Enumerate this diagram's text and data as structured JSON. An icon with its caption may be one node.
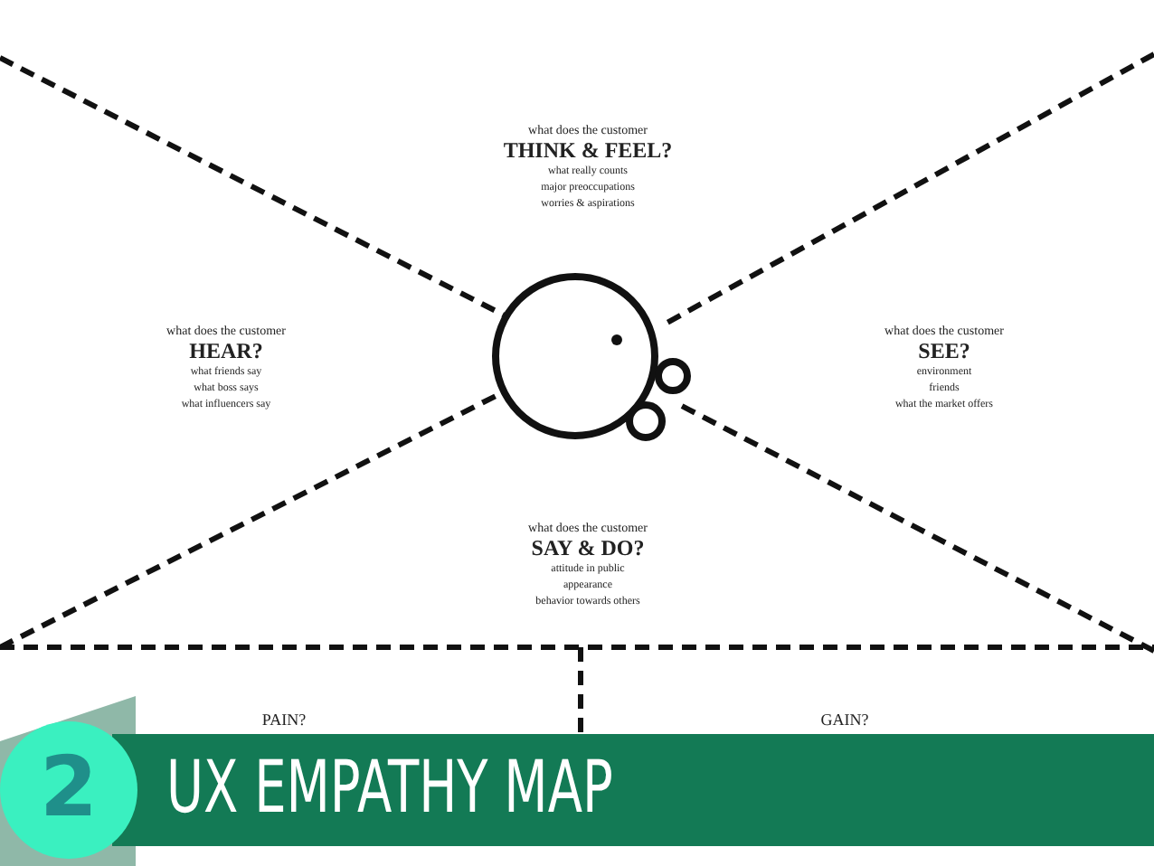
{
  "diagram": {
    "title": "UX EMPATHY MAP",
    "labels": [
      "what does the customer",
      "THINK & FEEL?",
      "what really counts",
      "major preoccupations",
      "worries & aspirations",
      "what does the customer",
      "HEAR?",
      "what friends say",
      "what boss says",
      "what influencers say",
      "what does the customer",
      "SEE?",
      "environment",
      "friends",
      "what the market offers",
      "what does the customer",
      "SAY & DO?",
      "attitude in public",
      "appearance",
      "behavior towards others",
      "PAIN?",
      "GAIN?",
      "2"
    ]
  }
}
